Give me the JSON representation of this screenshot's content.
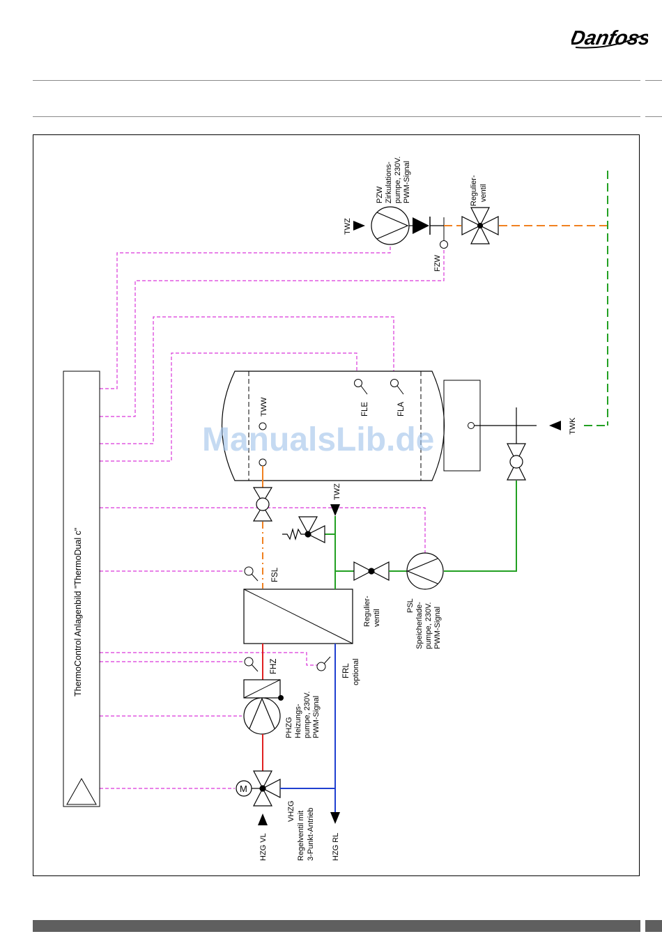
{
  "brand": {
    "logo_text": "Danfoss"
  },
  "watermark": "ManualsLib.de",
  "colors": {
    "signal": "#d936d9",
    "hot_water": "#f08020",
    "cold_water": "#22a022",
    "heating_supply": "#e02020",
    "heating_return": "#1f3fd0",
    "frame": "#000000",
    "footer": "#5f5f5f"
  },
  "diagram": {
    "controller_title": "ThermoControl Anlagenbild \"ThermoDual c\"",
    "labels": {
      "pzw_1": "PZW",
      "pzw_2": "Zirkulations-",
      "pzw_3": "pumpe, 230V.",
      "pzw_4": "PWM-Signal",
      "twz_top": "TWZ",
      "fzw": "FZW",
      "regulier_top_1": "Regulier-",
      "regulier_top_2": "ventil",
      "twk": "TWK",
      "tww": "TWW",
      "fle": "FLE",
      "fla": "FLA",
      "twz_mid": "TWZ",
      "fsl": "FSL",
      "regulier_mid_1": "Regulier-",
      "regulier_mid_2": "ventil",
      "psl_1": "PSL",
      "psl_2": "Speicherlade-",
      "psl_3": "pumpe, 230V.",
      "psl_4": "PWM-Signal",
      "fhz": "FHZ",
      "frl_1": "FRL",
      "frl_2": "optional",
      "phzg_1": "PHZG",
      "phzg_2": "Heizungs-",
      "phzg_3": "pumpe, 230V.",
      "phzg_4": "PWM-Signal",
      "motor": "M",
      "vhzg_1": "VHZG",
      "vhzg_2": "Regelventil mit",
      "vhzg_3": "3-Punkt-Antrieb",
      "hzg_vl": "HZG  VL",
      "hzg_rl": "HZG  RL"
    }
  }
}
